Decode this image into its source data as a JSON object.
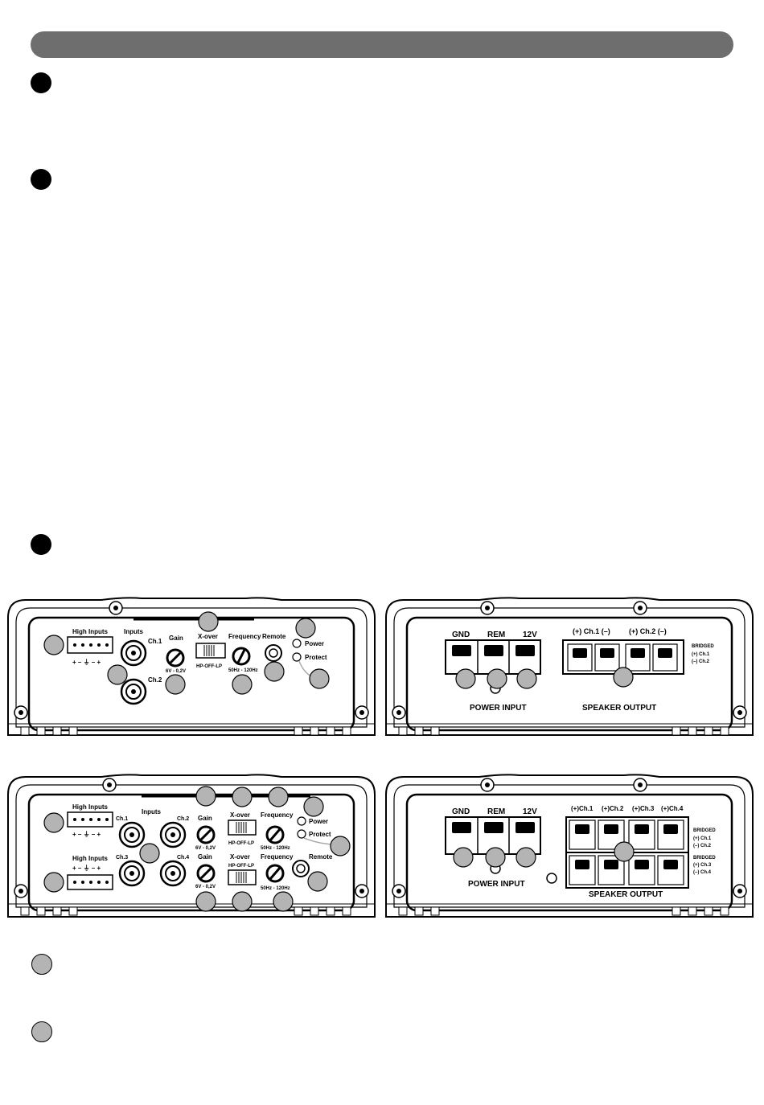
{
  "panels": {
    "amp2_front": {
      "high_inputs": "High Inputs",
      "pin_legend": "+ – ⏚ – +",
      "inputs": "Inputs",
      "ch1": "Ch.1",
      "ch2": "Ch.2",
      "gain": "Gain",
      "gain_range": "6V - 0,2V",
      "xover": "X-over",
      "xover_modes": "HP-OFF-LP",
      "frequency": "Frequency",
      "freq_range": "50Hz - 120Hz",
      "remote": "Remote",
      "power": "Power",
      "protect": "Protect"
    },
    "amp2_rear": {
      "gnd": "GND",
      "rem": "REM",
      "v12": "12V",
      "ch1_out": "(+) Ch.1 (–)",
      "ch2_out": "(+) Ch.2 (–)",
      "bridged": "BRIDGED",
      "bridged_plus": "(+) Ch.1",
      "bridged_minus": "(–) Ch.2",
      "power_input": "POWER INPUT",
      "speaker_output": "SPEAKER OUTPUT"
    },
    "amp4_front": {
      "high_inputs_top": "High Inputs",
      "high_inputs_bottom": "High Inputs",
      "pin_legend": "+ – ⏚ – +",
      "inputs": "Inputs",
      "ch1": "Ch.1",
      "ch2": "Ch.2",
      "ch3": "Ch.3",
      "ch4": "Ch.4",
      "gain_top": "Gain",
      "gain_bottom": "Gain",
      "gain_range_top": "6V - 0,2V",
      "gain_range_bottom": "6V - 0,2V",
      "xover_top": "X-over",
      "xover_bottom": "X-over",
      "xover_modes_top": "HP-OFF-LP",
      "xover_modes_bottom": "HP-OFF-LP",
      "frequency_top": "Frequency",
      "frequency_bottom": "Frequency",
      "freq_range_top": "50Hz - 120Hz",
      "freq_range_bottom": "50Hz - 120Hz",
      "power": "Power",
      "protect": "Protect",
      "remote": "Remote"
    },
    "amp4_rear": {
      "gnd": "GND",
      "rem": "REM",
      "v12": "12V",
      "ch1_out": "(+)Ch.1",
      "ch2_out": "(+)Ch.2",
      "ch3_out": "(+)Ch.3",
      "ch4_out": "(+)Ch.4",
      "bridged_a": "BRIDGED",
      "bridged_a_plus": "(+) Ch.1",
      "bridged_a_minus": "(–) Ch.2",
      "bridged_b": "BRIDGED",
      "bridged_b_plus": "(+) Ch.3",
      "bridged_b_minus": "(–) Ch.4",
      "power_input": "POWER INPUT",
      "speaker_output": "SPEAKER OUTPUT"
    }
  }
}
